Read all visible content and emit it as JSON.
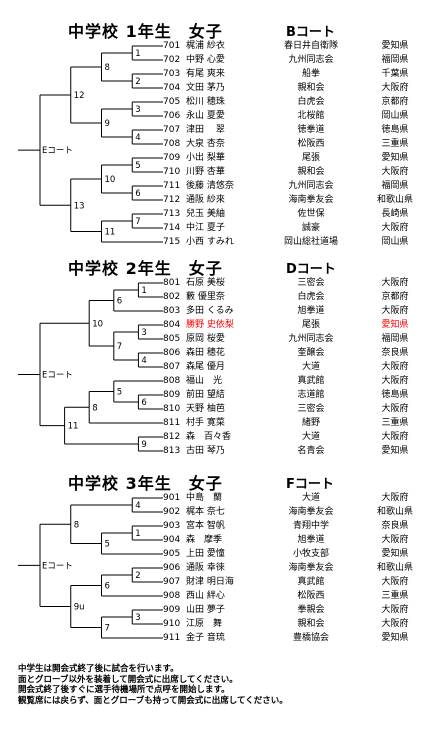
{
  "sections": [
    {
      "title": "中学校 1年生　女子",
      "court": "Bコート",
      "root_label": "Eコート",
      "entries": [
        {
          "num": "701",
          "name": "梶浦 紗衣",
          "team": "春日井自衛隊",
          "pref": "愛知県"
        },
        {
          "num": "702",
          "name": "中野 心愛",
          "team": "九州同志会",
          "pref": "福岡県"
        },
        {
          "num": "703",
          "name": "有尾 爽来",
          "team": "船拳",
          "pref": "千葉県"
        },
        {
          "num": "704",
          "name": "文田 茅乃",
          "team": "親和会",
          "pref": "大阪府"
        },
        {
          "num": "705",
          "name": "松川 穂珠",
          "team": "白虎会",
          "pref": "京都府"
        },
        {
          "num": "706",
          "name": "永山 夏愛",
          "team": "北桜館",
          "pref": "岡山県"
        },
        {
          "num": "707",
          "name": "津田　 翠",
          "team": "徳拳道",
          "pref": "徳島県"
        },
        {
          "num": "708",
          "name": "大泉 杏奈",
          "team": "松阪西",
          "pref": "三重県"
        },
        {
          "num": "709",
          "name": "小出 梨華",
          "team": "尾張",
          "pref": "愛知県"
        },
        {
          "num": "710",
          "name": "川野 杏華",
          "team": "親和会",
          "pref": "大阪府"
        },
        {
          "num": "711",
          "name": "後藤 清悠奈",
          "team": "九州同志会",
          "pref": "福岡県"
        },
        {
          "num": "712",
          "name": "通阪 紗來",
          "team": "海南拳友会",
          "pref": "和歌山県"
        },
        {
          "num": "713",
          "name": "兒玉 美紬",
          "team": "佐世保",
          "pref": "長崎県"
        },
        {
          "num": "714",
          "name": "中江 夏子",
          "team": "誠豪",
          "pref": "大阪府"
        },
        {
          "num": "715",
          "name": "小西 すみれ",
          "team": "岡山総社道場",
          "pref": "岡山県"
        }
      ],
      "match_labels": [
        "1",
        "2",
        "3",
        "4",
        "5",
        "6",
        "7",
        "8",
        "9",
        "10",
        "11",
        "12",
        "13"
      ]
    },
    {
      "title": "中学校 2年生　女子",
      "court": "Dコート",
      "root_label": "Eコート",
      "entries": [
        {
          "num": "801",
          "name": "石原 美桜",
          "team": "三密会",
          "pref": "大阪府"
        },
        {
          "num": "802",
          "name": "藪 優里奈",
          "team": "白虎会",
          "pref": "京都府"
        },
        {
          "num": "803",
          "name": "多田 くるみ",
          "team": "旭拳道",
          "pref": "大阪府"
        },
        {
          "num": "804",
          "name": "勝野 史依梨",
          "team": "尾張",
          "pref": "愛知県",
          "highlight": true
        },
        {
          "num": "805",
          "name": "原岡 桜愛",
          "team": "九州同志会",
          "pref": "福岡県"
        },
        {
          "num": "806",
          "name": "森田 穂花",
          "team": "奎醸会",
          "pref": "奈良県"
        },
        {
          "num": "807",
          "name": "森尾 優月",
          "team": "大道",
          "pref": "大阪府"
        },
        {
          "num": "808",
          "name": "福山　光",
          "team": "真武館",
          "pref": "大阪府"
        },
        {
          "num": "809",
          "name": "前田 望結",
          "team": "志道館",
          "pref": "徳島県"
        },
        {
          "num": "810",
          "name": "天野 柚芭",
          "team": "三密会",
          "pref": "大阪府"
        },
        {
          "num": "811",
          "name": "村手 寛菜",
          "team": "緒野",
          "pref": "三重県"
        },
        {
          "num": "812",
          "name": "森　百々香",
          "team": "大道",
          "pref": "大阪府"
        },
        {
          "num": "813",
          "name": "古田 琴乃",
          "team": "名青会",
          "pref": "愛知県"
        }
      ],
      "match_labels": [
        "1",
        "2",
        "3",
        "4",
        "5",
        "6",
        "7",
        "8",
        "9",
        "10",
        "11"
      ]
    },
    {
      "title": "中学校 3年生　女子",
      "court": "Fコート",
      "root_label": "Eコート",
      "entries": [
        {
          "num": "901",
          "name": "中島　蘭",
          "team": "大道",
          "pref": "大阪府"
        },
        {
          "num": "902",
          "name": "梶本 奈七",
          "team": "海南拳友会",
          "pref": "和歌山県"
        },
        {
          "num": "903",
          "name": "宮本 智帆",
          "team": "青翔中学",
          "pref": "奈良県"
        },
        {
          "num": "904",
          "name": "森　摩季",
          "team": "旭拳道",
          "pref": "大阪府"
        },
        {
          "num": "905",
          "name": "上田 愛憧",
          "team": "小牧支部",
          "pref": "愛知県"
        },
        {
          "num": "906",
          "name": "通阪 幸徠",
          "team": "海南拳友会",
          "pref": "和歌山県"
        },
        {
          "num": "907",
          "name": "財津 明日海",
          "team": "真武館",
          "pref": "大阪府"
        },
        {
          "num": "908",
          "name": "西山 絆心",
          "team": "松阪西",
          "pref": "三重県"
        },
        {
          "num": "909",
          "name": "山田 夢子",
          "team": "拳親会",
          "pref": "大阪府"
        },
        {
          "num": "910",
          "name": "江原　舞",
          "team": "親和会",
          "pref": "大阪府"
        },
        {
          "num": "911",
          "name": "金子 音琉",
          "team": "豊橋協会",
          "pref": "愛知県"
        }
      ],
      "match_labels": [
        "1",
        "2",
        "3",
        "4",
        "5",
        "6",
        "7",
        "8",
        "9u"
      ]
    }
  ],
  "notes": [
    "中学生は開会式終了後に試合を行います。",
    "面とグローブ以外を装着して開会式に出席してください。",
    "開会式終了後すぐに選手待機場所で点呼を開始します。",
    "観覧席には戻らず、面とグローブも持って開会式に出席してください。"
  ],
  "colors": {
    "text": "#000000",
    "highlight": "#ff0000",
    "line": "#000000"
  }
}
